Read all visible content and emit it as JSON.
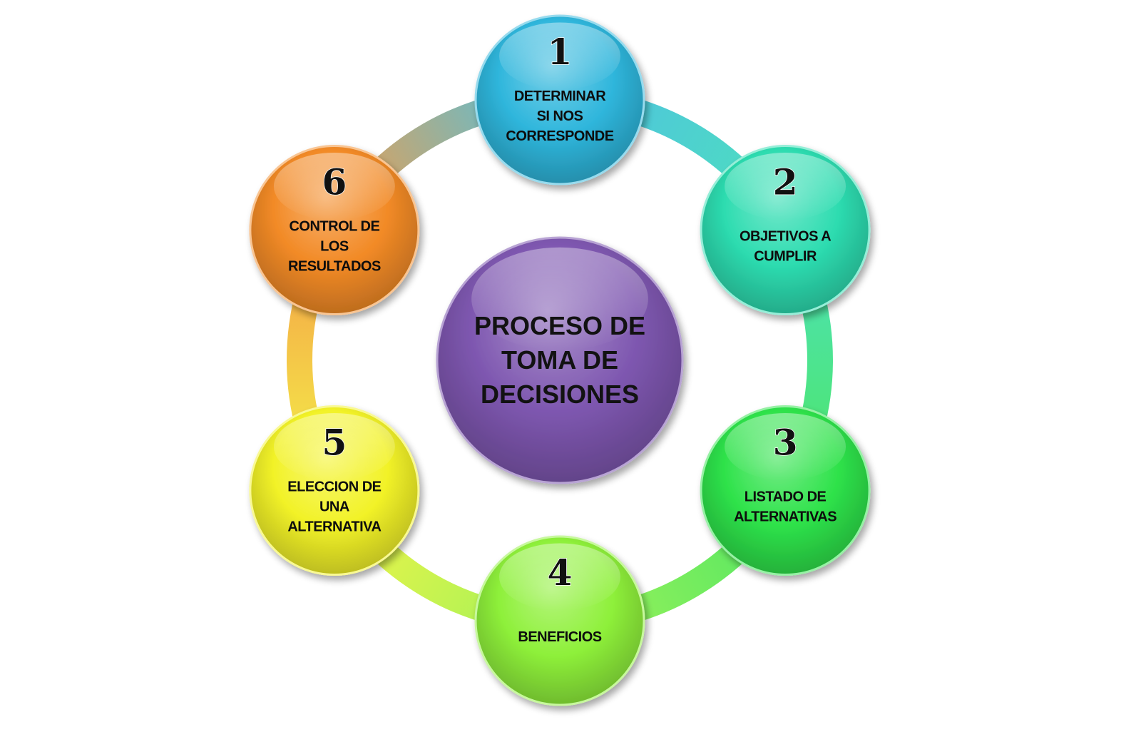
{
  "center": {
    "lines": [
      "PROCESO DE",
      "TOMA DE",
      "DECISIONES"
    ],
    "color": "#7e57b0"
  },
  "steps": [
    {
      "number": "1",
      "lines": [
        "DETERMINAR",
        "SI NOS",
        "CORRESPONDE"
      ],
      "color": "#2fb6dc"
    },
    {
      "number": "2",
      "lines": [
        "OBJETIVOS A",
        "CUMPLIR"
      ],
      "color": "#2ddcb0"
    },
    {
      "number": "3",
      "lines": [
        "LISTADO DE",
        "ALTERNATIVAS"
      ],
      "color": "#2ee24a"
    },
    {
      "number": "4",
      "lines": [
        "BENEFICIOS"
      ],
      "color": "#8ef03a"
    },
    {
      "number": "5",
      "lines": [
        "ELECCION DE",
        "UNA",
        "ALTERNATIVA"
      ],
      "color": "#f2f228"
    },
    {
      "number": "6",
      "lines": [
        "CONTROL DE",
        "LOS",
        "RESULTADOS"
      ],
      "color": "#f28a26"
    }
  ]
}
